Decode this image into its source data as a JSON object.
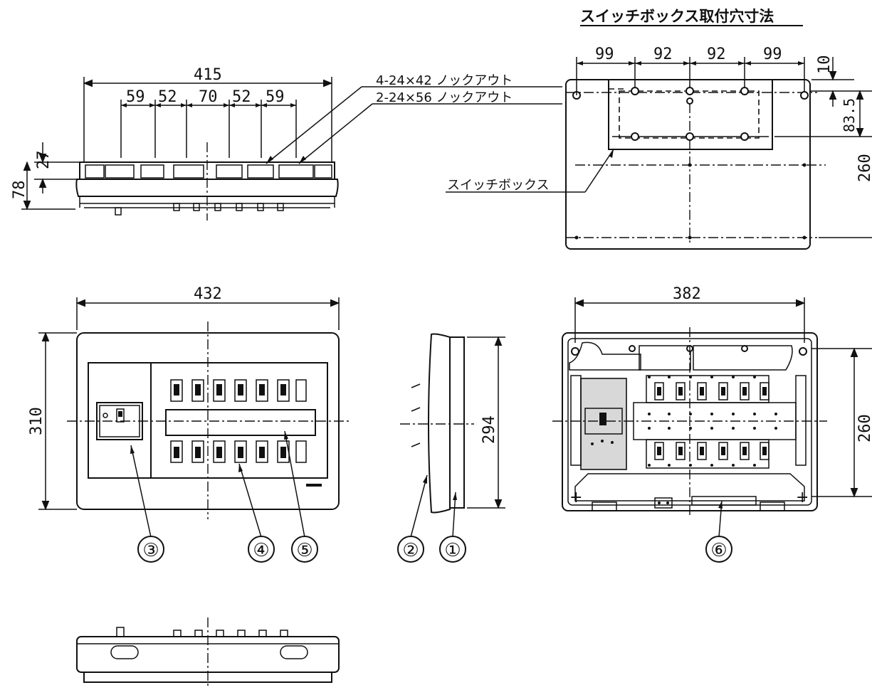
{
  "title": "スイッチボックス取付穴寸法",
  "knockouts": {
    "label_1": "4-24×42 ノックアウト",
    "label_2": "2-24×56 ノックアウト"
  },
  "switchbox_label": "スイッチボックス",
  "top_view": {
    "overall": "415",
    "segments": [
      "59",
      "52",
      "70",
      "52",
      "59"
    ],
    "height_small": "27",
    "height_total": "78"
  },
  "mount_view": {
    "segments": [
      "99",
      "92",
      "92",
      "99"
    ],
    "dim_top": "10",
    "dim_mid": "83.5",
    "dim_side": "260"
  },
  "front_view": {
    "width": "432",
    "height": "310"
  },
  "side_view": {
    "height": "294"
  },
  "interior_view": {
    "width": "382",
    "height": "260"
  },
  "callouts": [
    "①",
    "②",
    "③",
    "④",
    "⑤",
    "⑥"
  ]
}
